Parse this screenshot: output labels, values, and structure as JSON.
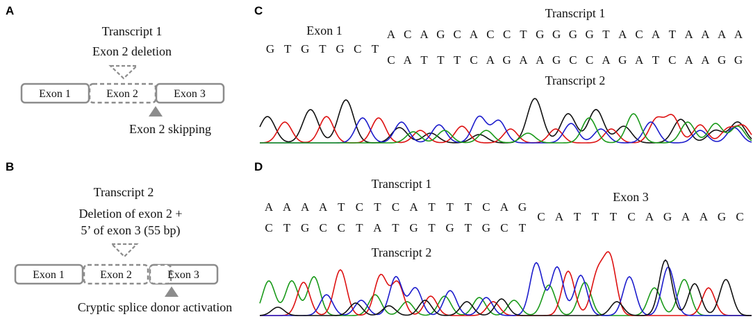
{
  "panels": {
    "a": {
      "letter": "A",
      "transcript": "Transcript 1",
      "event": "Exon 2 deletion",
      "exons": [
        "Exon 1",
        "Exon 2",
        "Exon 3"
      ],
      "note": "Exon 2 skipping"
    },
    "b": {
      "letter": "B",
      "transcript": "Transcript 2",
      "event_line1": "Deletion of exon 2 +",
      "event_line2": "5’ of exon 3 (55 bp)",
      "exons": [
        "Exon 1",
        "Exon 2",
        "Exon 3"
      ],
      "note": "Cryptic splice donor activation"
    },
    "c": {
      "letter": "C",
      "exon_label": "Exon 1",
      "transcript1_label": "Transcript 1",
      "transcript2_label": "Transcript 2",
      "seq_exon": [
        "G",
        "T",
        "G",
        "T",
        "G",
        "C",
        "T"
      ],
      "seq_t1": [
        "A",
        "C",
        "A",
        "G",
        "C",
        "A",
        "C",
        "C",
        "T",
        "G",
        "G",
        "G",
        "G",
        "T",
        "A",
        "C",
        "A",
        "T",
        "A",
        "A",
        "A",
        "A"
      ],
      "seq_t2": [
        "C",
        "A",
        "T",
        "T",
        "T",
        "C",
        "A",
        "G",
        "A",
        "A",
        "G",
        "C",
        "C",
        "A",
        "G",
        "A",
        "T",
        "C",
        "A",
        "A",
        "G",
        "G"
      ]
    },
    "d": {
      "letter": "D",
      "transcript1_label": "Transcript 1",
      "transcript2_label": "Transcript 2",
      "exon_label": "Exon 3",
      "seq_t1": [
        "A",
        "A",
        "A",
        "A",
        "T",
        "C",
        "T",
        "C",
        "A",
        "T",
        "T",
        "T",
        "C",
        "A",
        "G"
      ],
      "seq_t2": [
        "C",
        "T",
        "G",
        "C",
        "C",
        "T",
        "A",
        "T",
        "G",
        "T",
        "G",
        "T",
        "G",
        "C",
        "T"
      ],
      "seq_exon": [
        "C",
        "A",
        "T",
        "T",
        "T",
        "C",
        "A",
        "G",
        "A",
        "A",
        "G",
        "C"
      ]
    }
  },
  "colors": {
    "exon_outline": "#8c8c8c",
    "trace_a": "#1a9a1a",
    "trace_c": "#1c1ccc",
    "trace_g": "#111111",
    "trace_t": "#dd1111"
  }
}
